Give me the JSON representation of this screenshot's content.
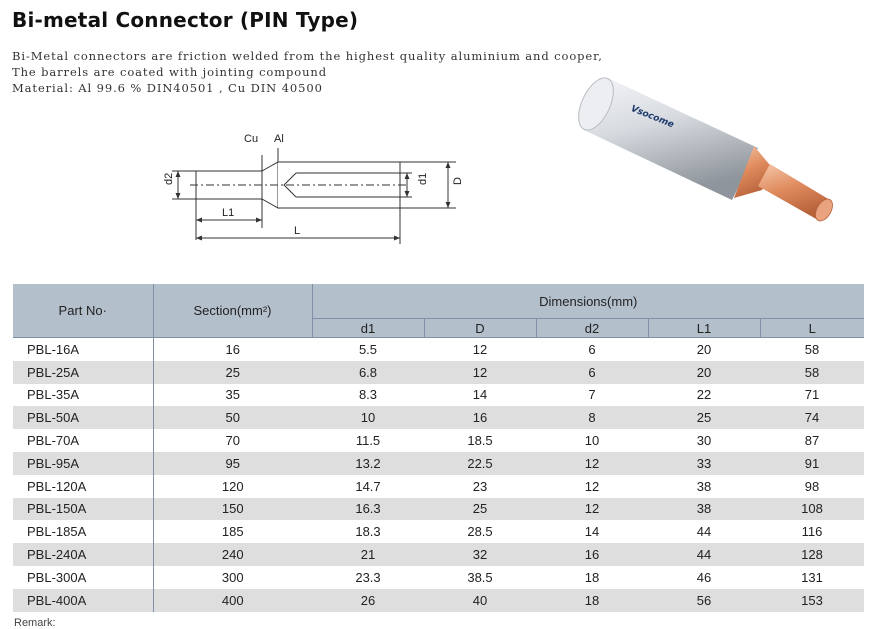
{
  "title": "Bi-metal Connector (PIN Type)",
  "description": [
    "Bi-Metal connectors are friction welded from the highest quality aluminium and cooper,",
    "The barrels are coated with jointing compound",
    "Material: Al 99.6 % DIN40501 ,  Cu DIN 40500"
  ],
  "drawing": {
    "label_cu": "Cu",
    "label_al": "Al",
    "label_d2": "d2",
    "label_d1": "d1",
    "label_D": "D",
    "label_L1": "L1",
    "label_L": "L"
  },
  "product_photo": {
    "brand": "Vsocome"
  },
  "table": {
    "col_part": "Part No·",
    "col_section": "Section(mm²)",
    "col_dimensions": "Dimensions(mm)",
    "dim_headers": [
      "d1",
      "D",
      "d2",
      "L1",
      "L"
    ],
    "rows": [
      {
        "part": "PBL-16A",
        "section": "16",
        "d1": "5.5",
        "D": "12",
        "d2": "6",
        "L1": "20",
        "L": "58"
      },
      {
        "part": "PBL-25A",
        "section": "25",
        "d1": "6.8",
        "D": "12",
        "d2": "6",
        "L1": "20",
        "L": "58"
      },
      {
        "part": "PBL-35A",
        "section": "35",
        "d1": "8.3",
        "D": "14",
        "d2": "7",
        "L1": "22",
        "L": "71"
      },
      {
        "part": "PBL-50A",
        "section": "50",
        "d1": "10",
        "D": "16",
        "d2": "8",
        "L1": "25",
        "L": "74"
      },
      {
        "part": "PBL-70A",
        "section": "70",
        "d1": "11.5",
        "D": "18.5",
        "d2": "10",
        "L1": "30",
        "L": "87"
      },
      {
        "part": "PBL-95A",
        "section": "95",
        "d1": "13.2",
        "D": "22.5",
        "d2": "12",
        "L1": "33",
        "L": "91"
      },
      {
        "part": "PBL-120A",
        "section": "120",
        "d1": "14.7",
        "D": "23",
        "d2": "12",
        "L1": "38",
        "L": "98"
      },
      {
        "part": "PBL-150A",
        "section": "150",
        "d1": "16.3",
        "D": "25",
        "d2": "12",
        "L1": "38",
        "L": "108"
      },
      {
        "part": "PBL-185A",
        "section": "185",
        "d1": "18.3",
        "D": "28.5",
        "d2": "14",
        "L1": "44",
        "L": "116"
      },
      {
        "part": "PBL-240A",
        "section": "240",
        "d1": "21",
        "D": "32",
        "d2": "16",
        "L1": "44",
        "L": "128"
      },
      {
        "part": "PBL-300A",
        "section": "300",
        "d1": "23.3",
        "D": "38.5",
        "d2": "18",
        "L1": "46",
        "L": "131"
      },
      {
        "part": "PBL-400A",
        "section": "400",
        "d1": "26",
        "D": "40",
        "d2": "18",
        "L1": "56",
        "L": "153"
      }
    ]
  },
  "remark": "Remark:"
}
